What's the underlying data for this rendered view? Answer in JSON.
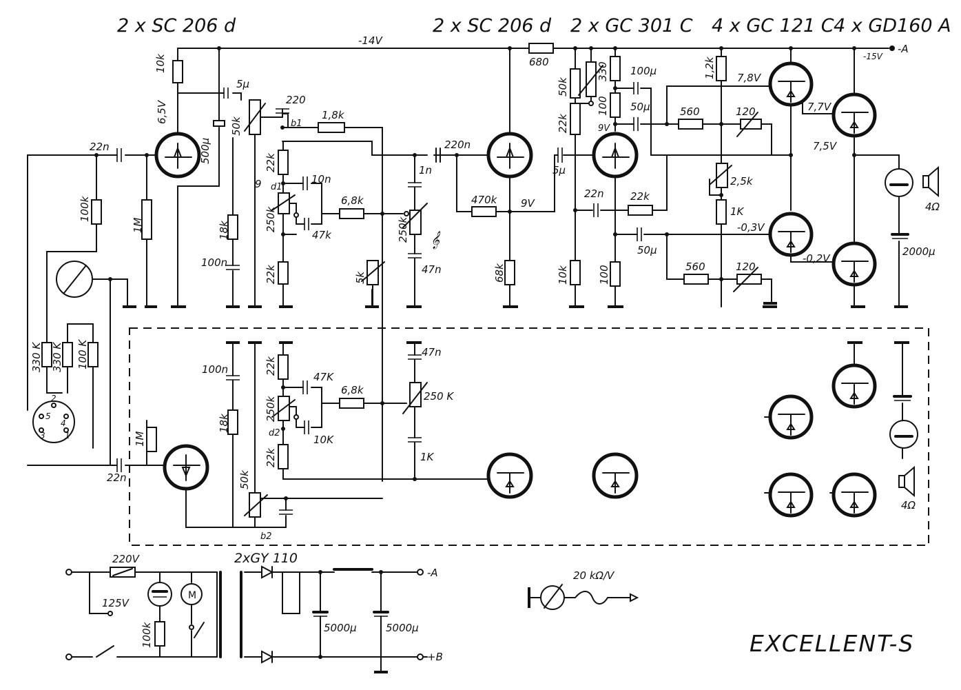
{
  "headers": {
    "preamp_tubes": "2 x SC 206 d",
    "driver_tubes": "2 x SC 206 d",
    "phase_tubes": "2 x GC 301 C",
    "output_tubes_a": "4 x GC 121 C",
    "output_tubes_b": "4 x GD160 A"
  },
  "rails": {
    "main_supply": "-14V",
    "rail_minus15": "-15V",
    "terminal_a": "-A"
  },
  "labels": {
    "r_10k": "10k",
    "v_6_5": "6,5V",
    "c_5u_top": "5µ",
    "c_220": "220",
    "c_500u": "500µ",
    "p_50k_top": "50k",
    "b1": "b1",
    "r_1_8k": "1,8k",
    "c_22n_in": "22n",
    "r_22k_a": "22k",
    "n_9": "9",
    "d1": "d1",
    "c_10n_a": "10n",
    "p_250k_a": "250k",
    "r_47k_a": "47k",
    "r_6_8k_a": "6,8k",
    "c_1n": "1n",
    "p_250k_treble": "250k",
    "treble_symbol": "𝄞",
    "c_47n_a": "47n",
    "p_5k": "5k",
    "r_100k_top": "100k",
    "r_1m_top": "1M",
    "r_18k_top": "18k",
    "c_100n_top": "100n",
    "r_22k_b": "22k",
    "c_220n": "220n",
    "r_470k": "470k",
    "v_9": "9V",
    "r_68k": "68k",
    "r_680": "680",
    "c_5u_mid": "5µ",
    "p_50k_mid": "50k",
    "r_22k_mid": "22k",
    "r_10k_mid": "10k",
    "r_330": "330",
    "r_100_mid": "100",
    "v_9_mid": "9V",
    "c_100u": "100µ",
    "c_50u_mid": "50µ",
    "c_22n_fb": "22n",
    "r_22k_fb": "22k",
    "c_50u_low": "50µ",
    "r_100_low": "100",
    "r_1_2k": "1,2k",
    "v_7_8": "7,8V",
    "r_560_top": "560",
    "p_120_top": "120",
    "v_7_7": "7,7V",
    "v_7_5": "7,5V",
    "p_2_5k": "2,5k",
    "r_1k": "1K",
    "v_minus_0_3": "-0,3V",
    "v_minus_0_2": "-0,2V",
    "r_560_low": "560",
    "p_120_low": "120",
    "c_2000u": "2000µ",
    "imp_4_top": "4Ω",
    "r_330k_a": "330 K",
    "r_330k_b": "330 K",
    "r_100k_c": "100 K",
    "pin_2": "2",
    "pin_5": "5",
    "pin_4": "4",
    "pin_3": "3",
    "pin_1": "1",
    "c_100n_low": "100n",
    "r_18k_low": "18k",
    "r_22k_c": "22k",
    "c_47k_b": "47K",
    "p_250k_b": "250k",
    "r_6_8k_b": "6,8k",
    "d2": "d2",
    "c_10k_b": "10K",
    "r_22k_d": "22k",
    "c_47n_b": "47n",
    "p_250k_c": "250 K",
    "c_1k_low": "1K",
    "r_1m_low": "1M",
    "c_22n_low": "22n",
    "p_50k_low": "50k",
    "b2": "b2",
    "imp_4_low": "4Ω",
    "mains_220": "220V",
    "rect_diodes": "2xGY 110",
    "mains_125": "125V",
    "r_100k_ps": "100k",
    "motor": "M",
    "c_5000u_a": "5000µ",
    "c_5000u_b": "5000µ",
    "out_a": "-A",
    "out_b": "+B",
    "meter_sens": "20 kΩ/V",
    "model": "EXCELLENT-S"
  }
}
